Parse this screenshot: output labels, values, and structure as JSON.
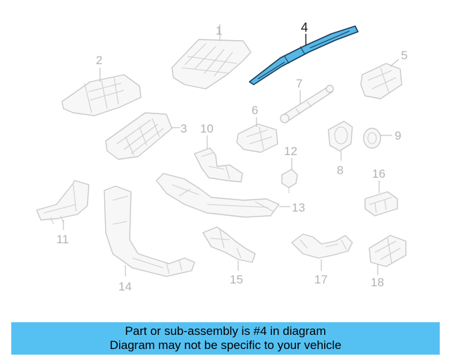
{
  "diagram": {
    "highlighted_part": "4",
    "callouts": [
      "1",
      "2",
      "3",
      "4",
      "5",
      "6",
      "7",
      "8",
      "9",
      "10",
      "11",
      "12",
      "13",
      "14",
      "15",
      "16",
      "17",
      "18"
    ]
  },
  "caption": {
    "line1": "Part or sub-assembly is #4 in diagram",
    "line2": "Diagram may not be specific to your vehicle"
  },
  "colors": {
    "caption_background": "#55c1f2",
    "highlight_fill": "#56b8e6",
    "highlight_stroke": "#1a3a55",
    "part_line": "#c9c9c9"
  }
}
